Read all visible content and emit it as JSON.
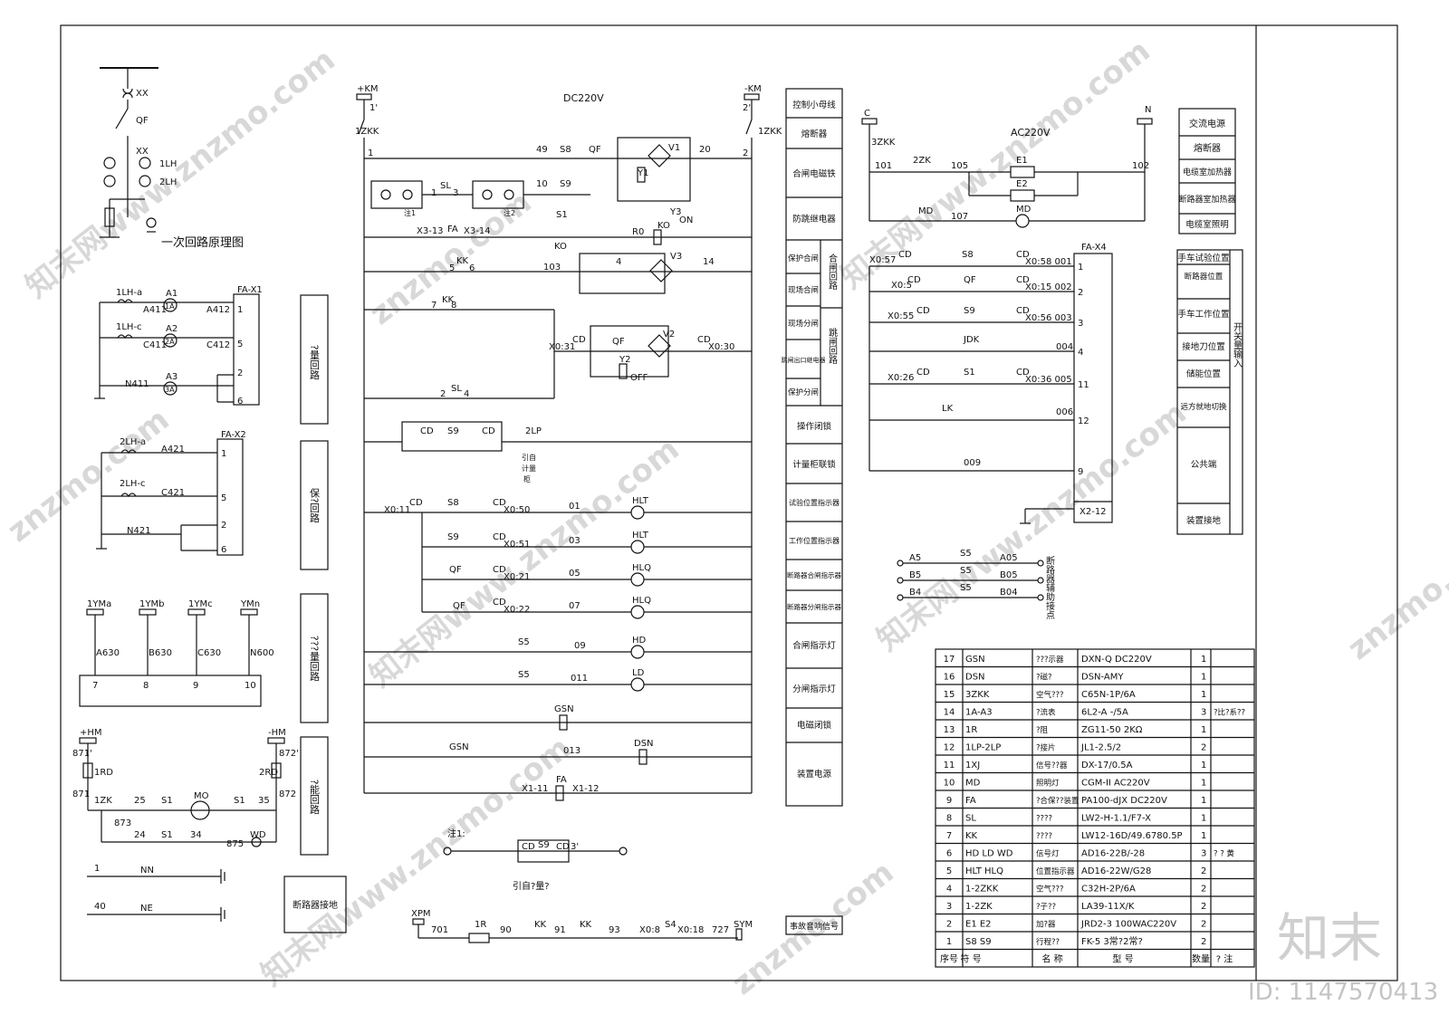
{
  "drawing": {
    "dc_label": "DC220V",
    "ac_label": "AC220V",
    "primary_caption": "一次回路原理图",
    "dc_plus": "+KM",
    "dc_minus": "-KM",
    "dc_left_breaker": "1ZKK",
    "dc_right_breaker": "1ZKK",
    "ac_c": "C",
    "ac_n": "N",
    "ac_breaker": "3ZKK",
    "hm_plus": "+HM",
    "hm_minus": "-HM",
    "xpm": "XPM",
    "sym": "SYM",
    "ground_label": "断路器接地",
    "note1": "注1:",
    "note_ref": "引自?量?",
    "lamp_labels": [
      "HLT",
      "HLT",
      "HLQ",
      "HLQ",
      "HD",
      "LD"
    ],
    "wire_numbers": [
      "01",
      "03",
      "05",
      "07",
      "09",
      "011",
      "013"
    ],
    "left_panels": [
      "?量回路",
      "保?回路",
      "???量回路",
      "?能回路"
    ],
    "aux_contacts": [
      {
        "a": "A5",
        "s": "S5",
        "b": "A05"
      },
      {
        "a": "B5",
        "s": "S5",
        "b": "B05"
      },
      {
        "a": "B4",
        "s": "S5",
        "b": "B04"
      }
    ],
    "aux_caption": "断路器辅助接点"
  },
  "center_column": [
    "控制小母线",
    "熔断器",
    "合闸电磁铁",
    "防跳继电器",
    "保护合闸",
    "现场合闸",
    "现场分闸",
    "跳闸出口继电器",
    "保护分闸",
    "操作闭锁",
    "计量柜联锁",
    "试验位置指示器",
    "工作位置指示器",
    "断路器合闸指示器",
    "断路器分闸指示器",
    "合闸指示灯",
    "分闸指示灯",
    "电磁闭锁",
    "装置电源",
    "事故音响信号"
  ],
  "center_side_labels": [
    "合闸回路",
    "跳闸回路"
  ],
  "right_column_ac": [
    "交流电源",
    "熔断器",
    "电缆室加热器",
    "断路器室加热器",
    "电缆室照明"
  ],
  "right_column_switch": [
    "手车试验位置",
    "断路器位置",
    "手车工作位置",
    "接地刀位置",
    "储能位置",
    "远方就地切换",
    "公共端",
    "装置接地"
  ],
  "right_side_label": "开关量输入",
  "table": {
    "headers": [
      "序号",
      "符 号",
      "名 称",
      "型 号",
      "数量",
      "? 注"
    ],
    "rows": [
      [
        "17",
        "GSN",
        "???示器",
        "DXN-Q DC220V",
        "1",
        ""
      ],
      [
        "16",
        "DSN",
        "?磁?",
        "DSN-AMY",
        "1",
        ""
      ],
      [
        "15",
        "3ZKK",
        "空气???",
        "C65N-1P/6A",
        "1",
        ""
      ],
      [
        "14",
        "1A-A3",
        "?流表",
        "6L2-A -/5A",
        "3",
        "?比?系??"
      ],
      [
        "13",
        "1R",
        "?阻",
        "ZG11-50 2KΩ",
        "1",
        ""
      ],
      [
        "12",
        "1LP-2LP",
        "?接片",
        "JL1-2.5/2",
        "2",
        ""
      ],
      [
        "11",
        "1XJ",
        "信号??器",
        "DX-17/0.5A",
        "1",
        ""
      ],
      [
        "10",
        "MD",
        "照明灯",
        "CGM-II AC220V",
        "1",
        ""
      ],
      [
        "9",
        "FA",
        "?合保??装置",
        "PA100-dJX DC220V",
        "1",
        ""
      ],
      [
        "8",
        "SL",
        "????",
        "LW2-H-1.1/F7-X",
        "1",
        ""
      ],
      [
        "7",
        "KK",
        "????",
        "LW12-16D/49.6780.5P",
        "1",
        ""
      ],
      [
        "6",
        "HD LD WD",
        "信号灯",
        "AD16-22B/-28",
        "3",
        "? ? 黄"
      ],
      [
        "5",
        "HLT HLQ",
        "位置指示器",
        "AD16-22W/G28",
        "2",
        ""
      ],
      [
        "4",
        "1-2ZKK",
        "空气???",
        "C32H-2P/6A",
        "2",
        ""
      ],
      [
        "3",
        "1-2ZK",
        "?子??",
        "LA39-11X/K",
        "2",
        ""
      ],
      [
        "2",
        "E1 E2",
        "加?器",
        "JRD2-3 100WAC220V",
        "2",
        ""
      ],
      [
        "1",
        "S8 S9",
        "行程??",
        "FK-5 3常?2常?",
        "2",
        ""
      ]
    ]
  },
  "watermark": {
    "site": "znzmo.com",
    "cn": "知末网www.znzmo.com",
    "brand": "知末",
    "id": "ID: 1147570413"
  }
}
